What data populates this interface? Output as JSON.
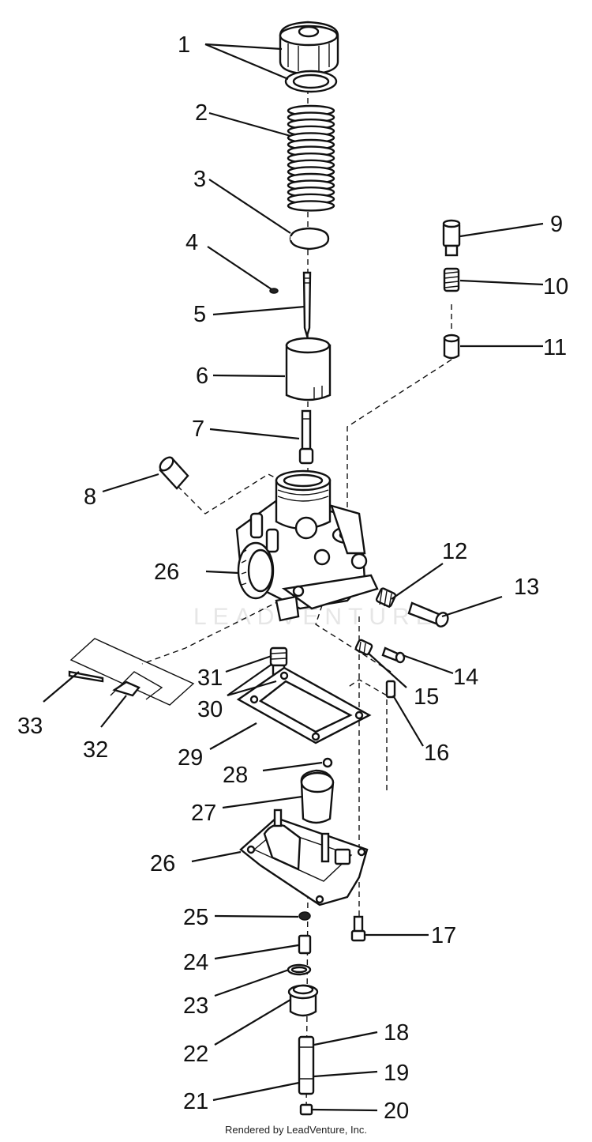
{
  "watermark": "LEADVENTURE",
  "footer": "Rendered by LeadVenture, Inc.",
  "callouts": {
    "c1": "1",
    "c2": "2",
    "c3": "3",
    "c4": "4",
    "c5": "5",
    "c6": "6",
    "c7": "7",
    "c8": "8",
    "c9": "9",
    "c10": "10",
    "c11": "11",
    "c12": "12",
    "c13": "13",
    "c14": "14",
    "c15": "15",
    "c16": "16",
    "c17": "17",
    "c18": "18",
    "c19": "19",
    "c20": "20",
    "c21": "21",
    "c22": "22",
    "c23": "23",
    "c24": "24",
    "c25": "25",
    "c26a": "26",
    "c26b": "26",
    "c27": "27",
    "c28": "28",
    "c29": "29",
    "c30": "30",
    "c31": "31",
    "c32": "32",
    "c33": "33"
  }
}
